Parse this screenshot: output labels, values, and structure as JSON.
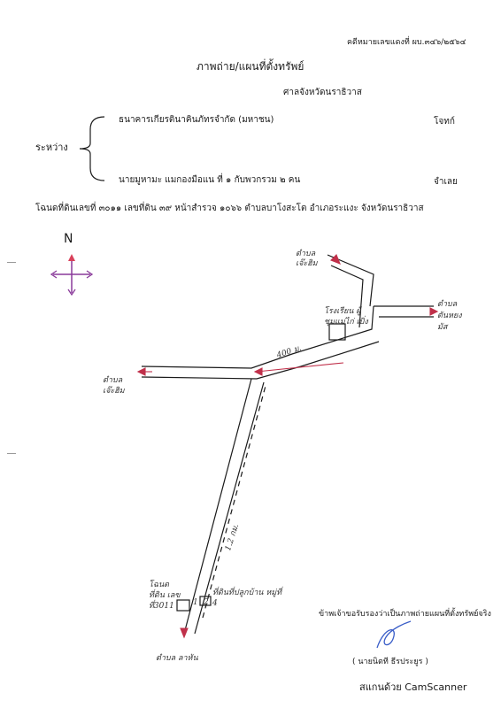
{
  "header": {
    "case_number": "คดีหมายเลขแดงที่ ผบ.๓๔๖/๒๕๖๔",
    "title": "ภาพถ่าย/แผนที่ตั้งทรัพย์",
    "court": "ศาลจังหวัดนราธิวาส"
  },
  "parties": {
    "between_label": "ระหว่าง",
    "plaintiff_name": "ธนาคารเกียรตินาคินภัทรจำกัด (มหาชน)",
    "plaintiff_role": "โจทก์",
    "defendant_name": "นายมูหามะ แมกองมือแน ที่ ๑ กับพวกรวม ๒ คน",
    "defendant_role": "จำเลย"
  },
  "deed_line": "โฉนดที่ดินเลขที่ ๓๐๑๑ เลขที่ดิน ๓๙ หน้าสำรวจ ๑๐๖๖ ตำบลบาโงสะโต อำเภอระแงะ จังหวัดนราธิวาส",
  "map": {
    "compass_letter": "N",
    "label_top": "ตำบล เจ๊ะฮิม",
    "label_right": "ตำบล ตันหยงมัส",
    "label_left": "ตำบล เจ๊ะฮิม",
    "label_bottom": "ตำบล ลาหัน",
    "school_label": "โรงเรียน ผู้ชุมแม่ไก่ เบิ่ง",
    "distance_400": "400 ม.",
    "distance_12": "1.2 กม.",
    "deed_box_label": "โฉนดที่ดิน เลขที่3011",
    "property_label": "ที่ดินที่ปลูกบ้าน หมู่ที่ 4",
    "marker_1": "1",
    "marker_2": "2"
  },
  "certification": {
    "statement": "ข้าพเจ้าขอรับรองว่าเป็นภาพถ่ายแผนที่ตั้งทรัพย์จริง",
    "signer": "( นายนิตที ธีรประยูร )"
  },
  "watermark": "สแกนด้วย CamScanner",
  "colors": {
    "ink": "#1a1a1a",
    "arrow_red": "#c0304a",
    "compass_red": "#d9405a",
    "compass_purple": "#8a3a9a",
    "signature_blue": "#3a5ec8"
  }
}
